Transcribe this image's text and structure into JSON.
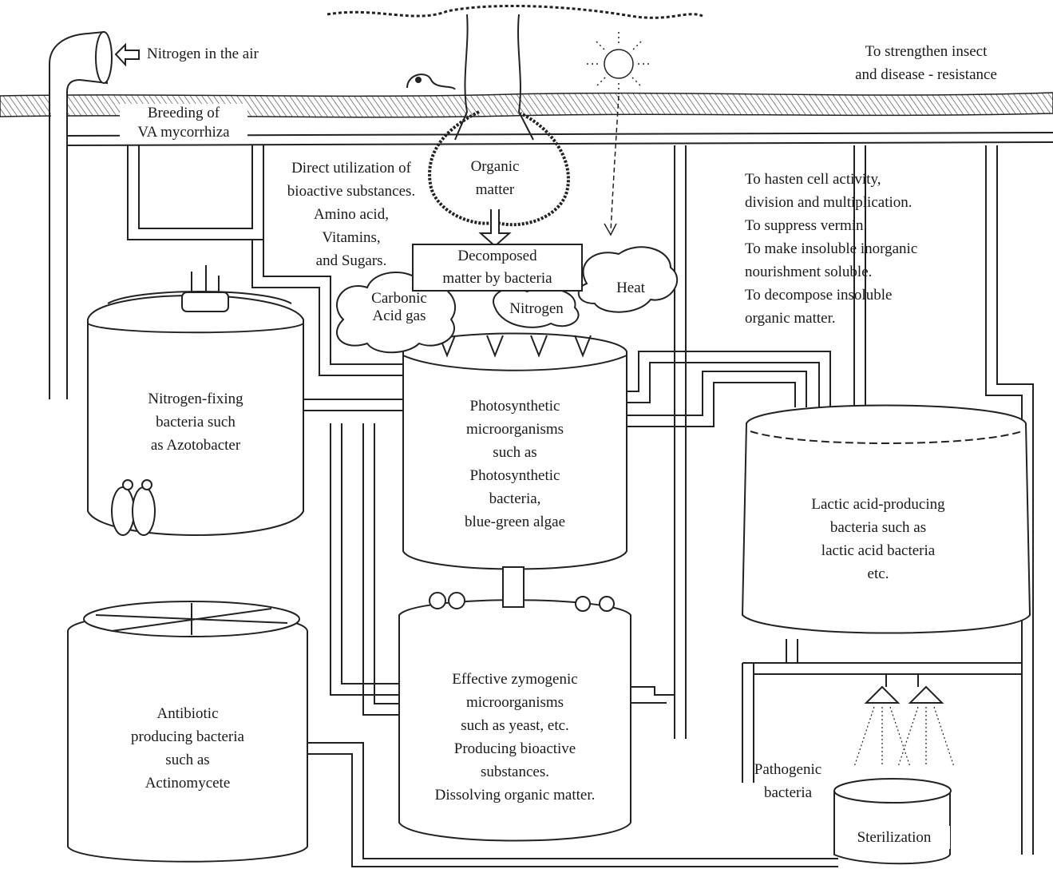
{
  "labels": {
    "nitrogen_air": "Nitrogen in the air",
    "strengthen": [
      "To strengthen insect",
      "and disease - resistance"
    ],
    "breeding": [
      "Breeding of",
      "VA mycorrhiza"
    ],
    "direct_util": [
      "Direct utilization of",
      "bioactive substances.",
      "Amino acid,",
      "Vitamins,",
      "and Sugars."
    ],
    "organic_matter": [
      "Organic",
      "matter"
    ],
    "decomposed": [
      "Decomposed",
      "matter by bacteria"
    ],
    "carbonic": [
      "Carbonic",
      "Acid gas"
    ],
    "nitrogen": "Nitrogen",
    "heat": "Heat",
    "hasten": [
      "To hasten cell activity,",
      "division and multiplication.",
      "To suppress vermin.",
      "To make insoluble inorganic",
      "nourishment soluble.",
      "To decompose insoluble",
      "organic matter."
    ],
    "nitrogen_fixing": [
      "Nitrogen-fixing",
      "bacteria such",
      "as Azotobacter"
    ],
    "photosynthetic": [
      "Photosynthetic",
      "microorganisms",
      "such as",
      "Photosynthetic",
      "bacteria,",
      "blue-green algae"
    ],
    "lactic": [
      "Lactic acid-producing",
      "bacteria such as",
      "lactic acid bacteria",
      "etc."
    ],
    "antibiotic": [
      "Antibiotic",
      "producing bacteria",
      "such as",
      "Actinomycete"
    ],
    "zymogenic": [
      "Effective zymogenic",
      "microorganisms",
      "such as yeast, etc.",
      "Producing bioactive",
      "substances.",
      "Dissolving organic matter."
    ],
    "pathogenic": [
      "Pathogenic",
      "bacteria"
    ],
    "sterilization": "Sterilization"
  }
}
